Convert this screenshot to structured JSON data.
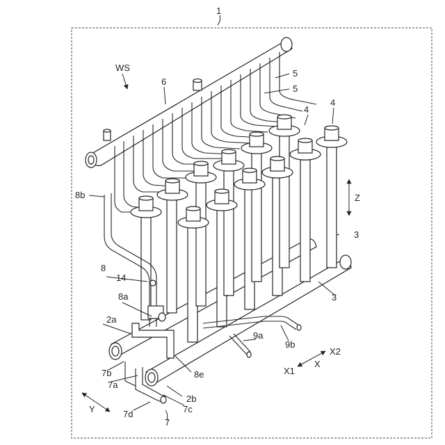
{
  "figure": {
    "label_1": "1",
    "label_WS": "WS",
    "label_6": "6",
    "label_5a": "5",
    "label_5b": "5",
    "label_4a": "4",
    "label_4b": "4",
    "label_Z": "Z",
    "label_3a": "3",
    "label_3b": "3",
    "label_8b": "8b",
    "label_8": "8",
    "label_14": "14",
    "label_8a": "8a",
    "label_2a": "2a",
    "label_9a": "9a",
    "label_9b": "9b",
    "label_X2": "X2",
    "label_X": "X",
    "label_X1": "X1",
    "label_7b": "7b",
    "label_8e": "8e",
    "label_7a": "7a",
    "label_2b": "2b",
    "label_7c": "7c",
    "label_Y": "Y",
    "label_7d": "7d",
    "label_7": "7"
  }
}
